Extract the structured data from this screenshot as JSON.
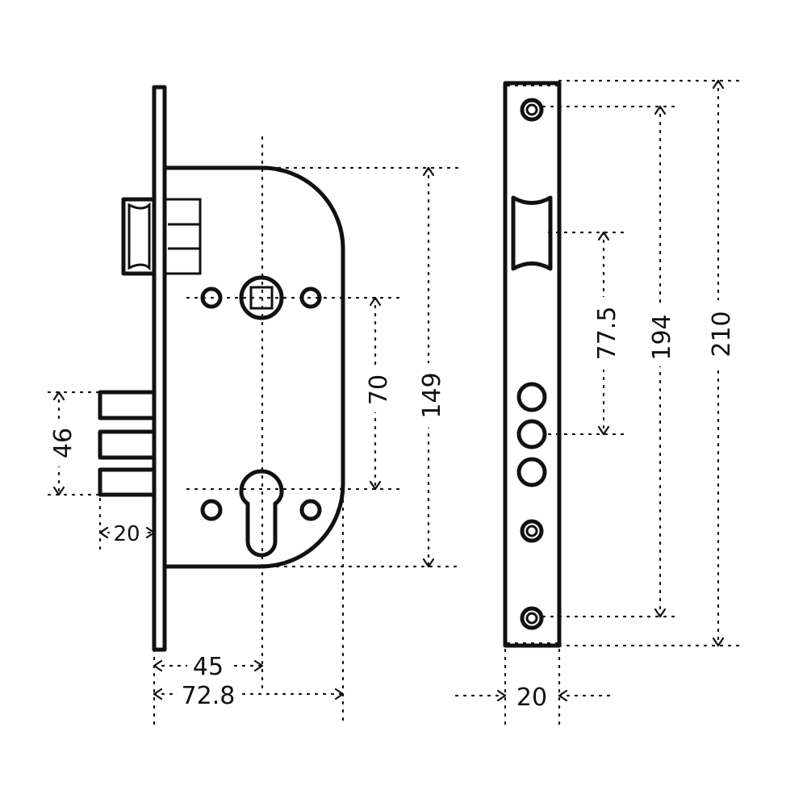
{
  "colors": {
    "line": "#111111",
    "background": "#ffffff"
  },
  "side_view": {
    "dimensions": {
      "bolt_spacing": "46",
      "bolt_throw": "20",
      "backset": "45",
      "case_depth": "72.8",
      "handle_to_cylinder": "70",
      "case_height": "149"
    }
  },
  "front_view": {
    "dimensions": {
      "latch_to_cylinder": "77.5",
      "screw_spacing": "194",
      "faceplate_height": "210",
      "faceplate_width": "20"
    }
  }
}
